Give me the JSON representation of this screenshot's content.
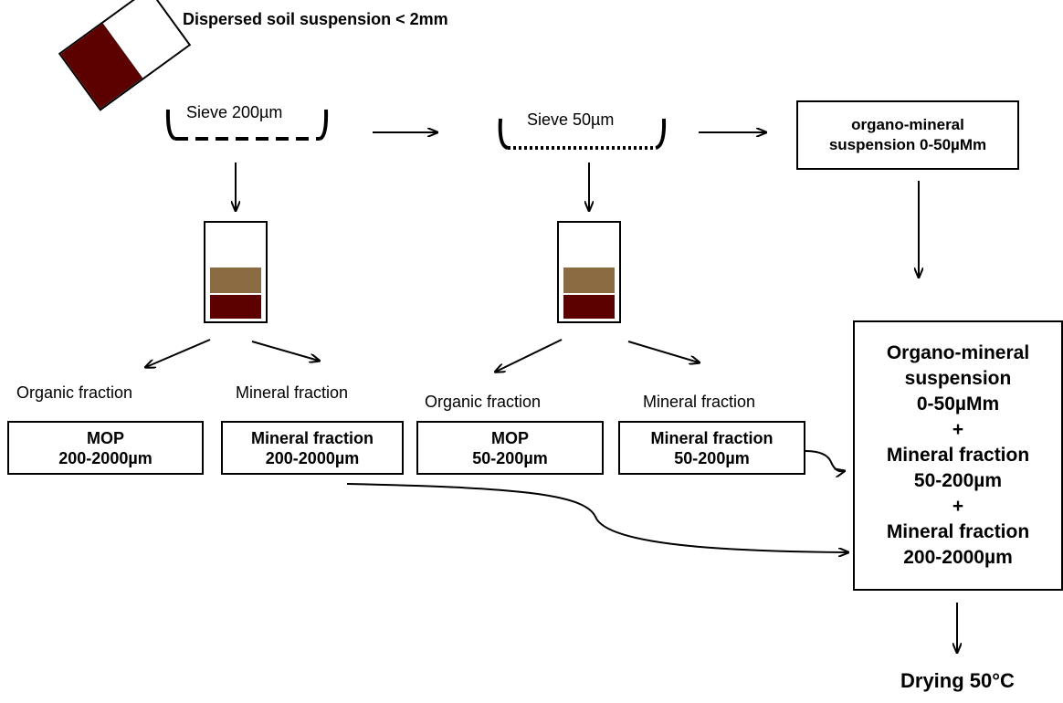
{
  "title": "Dispersed soil suspension < 2mm",
  "colors": {
    "organic_layer": "#8B6B42",
    "mineral_layer": "#5C0000",
    "soil": "#5C0000"
  },
  "sieves": [
    {
      "label": "Sieve 200µm",
      "style": "dashed"
    },
    {
      "label": "Sieve 50µm",
      "style": "dotted"
    }
  ],
  "suspension_box": {
    "line1": "organo-mineral",
    "line2": "suspension 0-50µMm"
  },
  "stage1": {
    "organic_label": "Organic fraction",
    "mineral_label": "Mineral fraction",
    "mop_box": {
      "line1": "MOP",
      "line2": "200-2000µm"
    },
    "mineral_box": {
      "line1": "Mineral fraction",
      "line2": "200-2000µm"
    }
  },
  "stage2": {
    "organic_label": "Organic fraction",
    "mineral_label": "Mineral fraction",
    "mop_box": {
      "line1": "MOP",
      "line2": "50-200µm"
    },
    "mineral_box": {
      "line1": "Mineral fraction",
      "line2": "50-200µm"
    }
  },
  "combined_box": {
    "lines": [
      "Organo-mineral",
      "suspension",
      "0-50µMm",
      "+",
      "Mineral fraction",
      "50-200µm",
      "+",
      "Mineral fraction",
      "200-2000µm"
    ]
  },
  "drying_label": "Drying 50°C"
}
